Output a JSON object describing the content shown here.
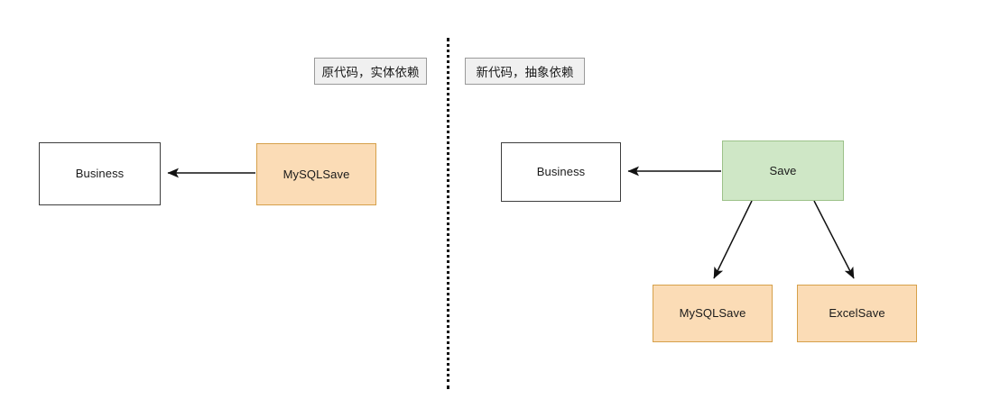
{
  "diagram": {
    "title_left": "原代码，实体依赖",
    "title_right": "新代码，抽象依赖",
    "colors": {
      "orange_fill": "#fbdcb6",
      "orange_border": "#d6a04a",
      "green_fill": "#cfe7c6",
      "green_border": "#9cc289",
      "white_fill": "#ffffff",
      "white_border": "#3d3d3d",
      "caption_fill": "#f0f0f0",
      "caption_border": "#9a9a9a",
      "edge": "#000000",
      "divider": "#111111"
    },
    "left_panel": {
      "caption": "原代码，实体依赖",
      "nodes": {
        "business": "Business",
        "mysqlsave": "MySQLSave"
      }
    },
    "right_panel": {
      "caption": "新代码，抽象依赖",
      "nodes": {
        "business": "Business",
        "save": "Save",
        "mysqlsave": "MySQLSave",
        "excelsave": "ExcelSave"
      }
    }
  }
}
